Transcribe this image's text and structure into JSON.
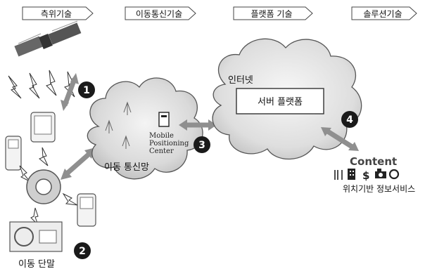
{
  "header": {
    "stages": [
      {
        "label": "측위기술"
      },
      {
        "label": "이동통신기술"
      },
      {
        "label": "플랫폼 기술"
      },
      {
        "label": "솔루션기술"
      }
    ]
  },
  "steps": [
    "1",
    "2",
    "3",
    "4"
  ],
  "mobile_network": {
    "label": "이동 통신망",
    "mpc_label_line1": "Mobile",
    "mpc_label_line2": "Positioning",
    "mpc_label_line3": "Center"
  },
  "internet": {
    "label": "인터넷",
    "server_platform": "서버 플랫폼"
  },
  "content": {
    "title": "Content",
    "services_label": "위치기반 정보서비스",
    "icons": [
      "fork-knife-icon",
      "building-icon",
      "dollar-icon",
      "camera-icon",
      "ring-icon"
    ]
  },
  "terminal": {
    "label": "이동 단말"
  },
  "colors": {
    "cloud": "#dcdcdc",
    "arrow": "#9a9a9a",
    "badge": "#1a1a1a"
  }
}
